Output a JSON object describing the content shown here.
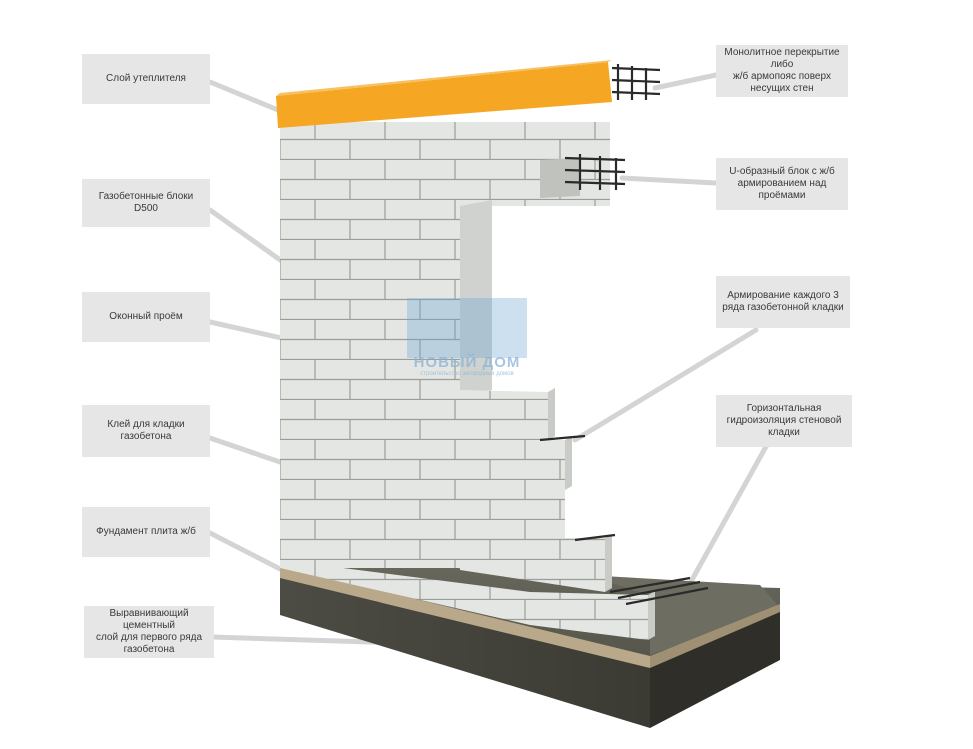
{
  "callouts": {
    "insulation": "Слой утеплителя",
    "aerated_blocks": "Газобетонные блоки\nD500",
    "window_opening": "Оконный проём",
    "masonry_glue": "Клей для кладки\nгазобетона",
    "foundation_slab": "Фундамент плита ж/б",
    "leveling_layer": "Выравнивающий цементный\nслой для первого ряда\nгазобетона",
    "monolithic_slab": "Монолитное перекрытие либо\nж/б армопояс поверх\nнесущих стен",
    "u_block": "U-образный блок с ж/б\nармированием над проёмами",
    "reinforcement": "Армирование каждого  3\nряда газобетонной кладки",
    "waterproofing": "Горизонтальная\nгидроизоляция стеновой\nкладки"
  },
  "watermark": {
    "title": "НОВЫЙ ДОМ",
    "subtitle": "строительство загородных домов"
  },
  "colors": {
    "insulation": "#f5a623",
    "blocks": "#e4e6e3",
    "concrete": "#4a4a42",
    "callout_bg": "#e6e6e6",
    "leader": "#d4d4d4"
  }
}
